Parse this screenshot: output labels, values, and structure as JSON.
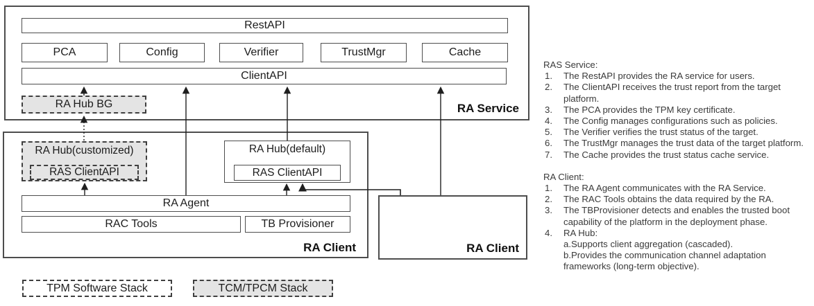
{
  "diagram": {
    "ra_service": {
      "label": "RA Service",
      "rest_api": "RestAPI",
      "components": [
        "PCA",
        "Config",
        "Verifier",
        "TrustMgr",
        "Cache"
      ],
      "client_api": "ClientAPI",
      "ra_hub_bg": "RA Hub BG"
    },
    "ra_client_left": {
      "label": "RA Client",
      "ra_hub_customized": "RA Hub(customized)",
      "ras_client_api_customized": "RAS ClientAPI",
      "ra_hub_default": "RA Hub(default)",
      "ras_client_api_default": "RAS ClientAPI",
      "ra_agent": "RA Agent",
      "rac_tools": "RAC Tools",
      "tb_provisioner": "TB Provisioner"
    },
    "ra_client_right": {
      "label": "RA Client"
    },
    "legend": {
      "tpm": "TPM Software Stack",
      "tcm": "TCM/TPCM Stack"
    }
  },
  "notes": {
    "ras": {
      "heading": "RAS Service:",
      "items": [
        {
          "n": "1.",
          "text": "The RestAPI provides the RA service for users."
        },
        {
          "n": "2.",
          "text": "The ClientAPI receives the trust report from the target\nplatform."
        },
        {
          "n": "3.",
          "text": "The PCA provides the TPM key certificate."
        },
        {
          "n": "4.",
          "text": "The Config manages configurations such as policies."
        },
        {
          "n": "5.",
          "text": "The Verifier verifies the trust status of the target."
        },
        {
          "n": "6.",
          "text": "The TrustMgr manages the trust data of the target platform."
        },
        {
          "n": "7.",
          "text": "The Cache provides the trust status cache service."
        }
      ]
    },
    "rac": {
      "heading": "RA Client:",
      "items": [
        {
          "n": "1.",
          "text": "The RA Agent communicates with the RA Service."
        },
        {
          "n": "2.",
          "text": "The RAC Tools obtains the data required by the RA."
        },
        {
          "n": "3.",
          "text": "The TBProvisioner detects and enables the trusted boot\ncapability of the platform in the deployment phase."
        },
        {
          "n": "4.",
          "text": "RA Hub:\na.Supports client aggregation (cascaded).\nb.Provides the communication channel adaptation\nframeworks (long-term objective)."
        }
      ]
    }
  },
  "colors": {
    "border": "#4d4d4d",
    "gray_fill": "#e4e4e4",
    "text": "#1c1c1c"
  }
}
